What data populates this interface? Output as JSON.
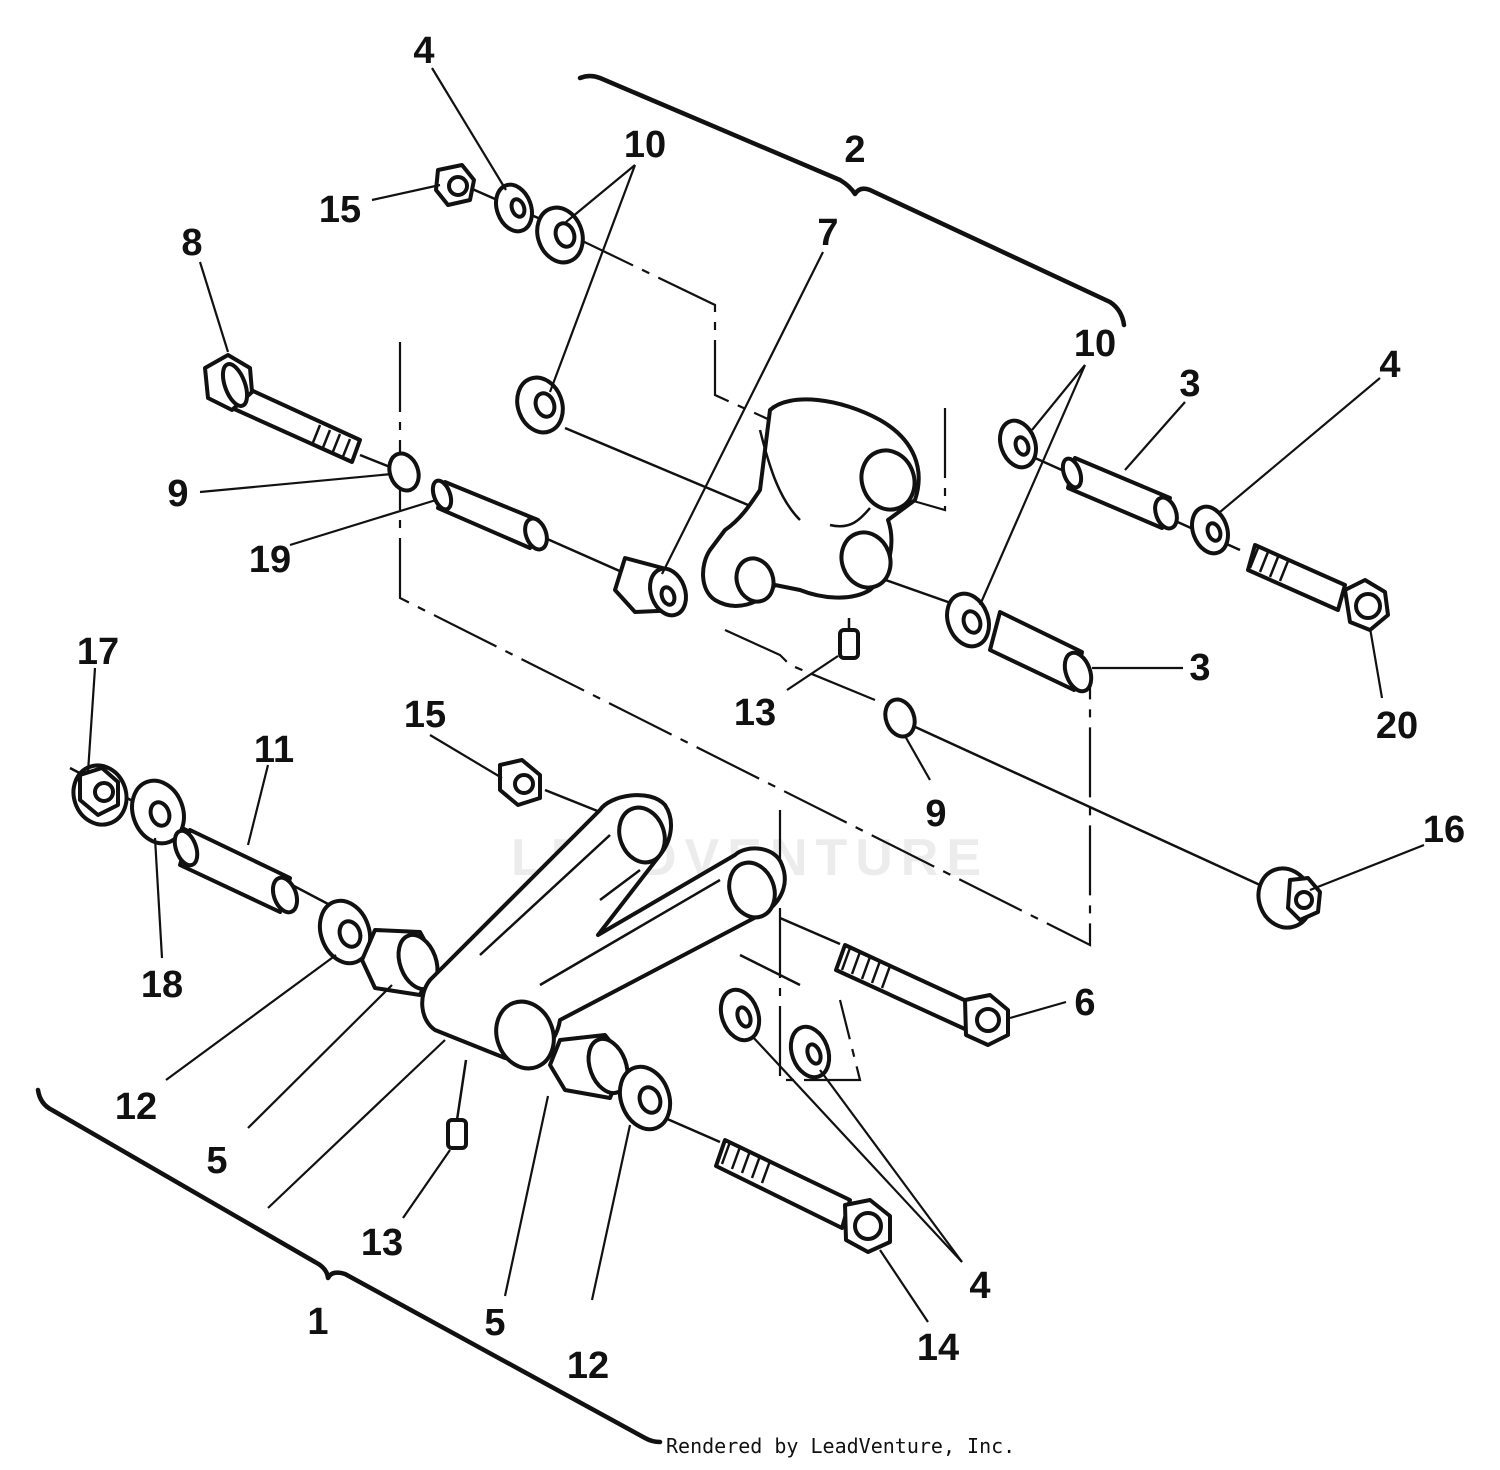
{
  "callouts": {
    "c1": "1",
    "c2": "2",
    "c3a": "3",
    "c3b": "3",
    "c4a": "4",
    "c4b": "4",
    "c4c": "4",
    "c5a": "5",
    "c5b": "5",
    "c6": "6",
    "c7": "7",
    "c8": "8",
    "c9a": "9",
    "c9b": "9",
    "c10a": "10",
    "c10b": "10",
    "c11": "11",
    "c12a": "12",
    "c12b": "12",
    "c13a": "13",
    "c13b": "13",
    "c14": "14",
    "c15a": "15",
    "c15b": "15",
    "c16": "16",
    "c17": "17",
    "c18": "18",
    "c19": "19",
    "c20": "20"
  },
  "watermark": "LEADVENTURE",
  "credit": "Rendered by LeadVenture, Inc."
}
